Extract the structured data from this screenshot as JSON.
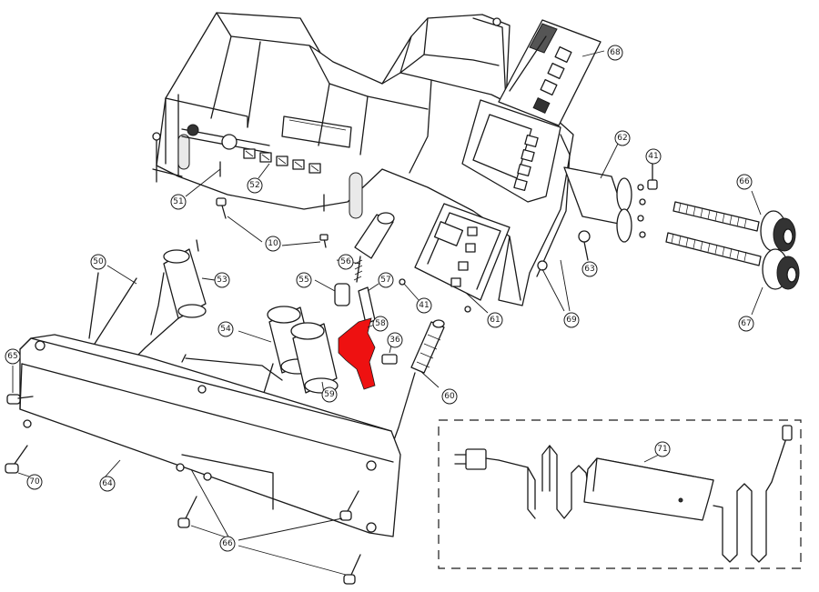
{
  "diagram": {
    "type": "exploded-parts-view",
    "highlight_color": "#ee1111",
    "highlighted_part": "58",
    "callouts": [
      "10",
      "36",
      "41",
      "41",
      "50",
      "51",
      "52",
      "53",
      "54",
      "55",
      "56",
      "57",
      "58",
      "59",
      "60",
      "61",
      "62",
      "63",
      "64",
      "65",
      "66",
      "66",
      "67",
      "68",
      "69",
      "70",
      "71"
    ]
  }
}
